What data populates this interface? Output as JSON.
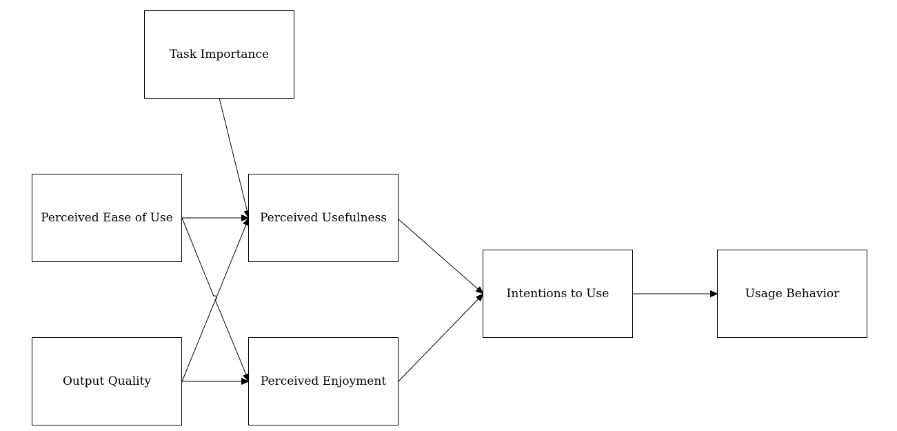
{
  "diagram": {
    "nodes": {
      "task_importance": "Task Importance",
      "ease_of_use": "Perceived Ease of Use",
      "usefulness": "Perceived Usefulness",
      "output_quality": "Output Quality",
      "enjoyment": "Perceived Enjoyment",
      "intentions": "Intentions to Use",
      "usage_behavior": "Usage Behavior"
    },
    "edges": [
      {
        "from": "task_importance",
        "to": "usefulness"
      },
      {
        "from": "ease_of_use",
        "to": "usefulness"
      },
      {
        "from": "ease_of_use",
        "to": "enjoyment"
      },
      {
        "from": "output_quality",
        "to": "usefulness"
      },
      {
        "from": "output_quality",
        "to": "enjoyment"
      },
      {
        "from": "usefulness",
        "to": "intentions"
      },
      {
        "from": "enjoyment",
        "to": "intentions"
      },
      {
        "from": "intentions",
        "to": "usage_behavior"
      }
    ],
    "line_color": "#000000"
  }
}
